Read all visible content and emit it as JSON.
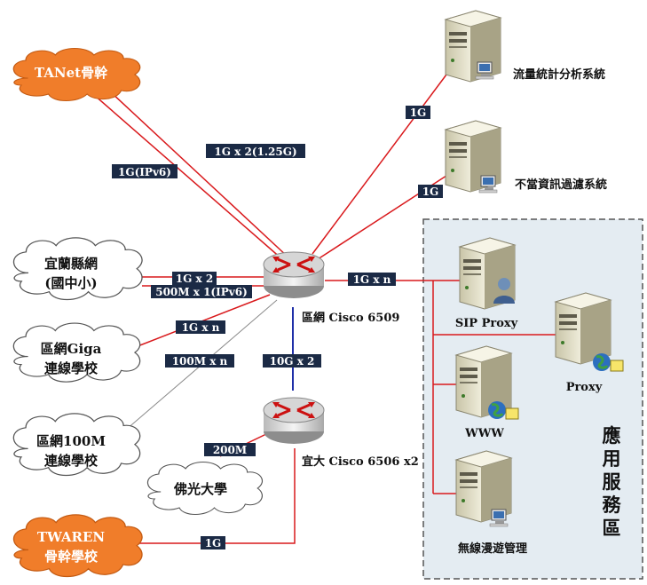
{
  "clouds": {
    "tanet": "TANet骨幹",
    "yilan_line1": "宜蘭縣網",
    "yilan_line2": "(國中小)",
    "giga_line1": "區網Giga",
    "giga_line2": "連線學校",
    "m100_line1": "區網100M",
    "m100_line2": "連線學校",
    "foguang": "佛光大學",
    "twaren_line1": "TWAREN",
    "twaren_line2": "骨幹學校"
  },
  "links": {
    "tanet_1g_x2": "1G x 2(1.25G)",
    "tanet_1g_ipv6": "1G(IPv6)",
    "yilan_1g_x2": "1G x 2",
    "yilan_500m": "500M x 1(IPv6)",
    "giga_1g_xn": "1G x n",
    "m100_100m_xn": "100M x n",
    "core_10g_x2": "10G x 2",
    "foguang_200m": "200M",
    "twaren_1g": "1G",
    "traffic_1g": "1G",
    "filter_1g": "1G",
    "app_1g_xn": "1G x n"
  },
  "routers": {
    "core": "區網 Cisco 6509",
    "campus": "宜大 Cisco 6506 x2"
  },
  "servers": {
    "traffic": "流量統計分析系統",
    "filter": "不當資訊過濾系統",
    "sip": "SIP Proxy",
    "proxy": "Proxy",
    "www": "WWW",
    "wireless": "無線漫遊管理"
  },
  "zone": {
    "title_chars": [
      "應",
      "用",
      "服",
      "務",
      "區"
    ]
  },
  "colors": {
    "cloud_orange": "#f07d2a",
    "link_red": "#d9191c",
    "link_blue": "#1f2fa8",
    "label_bg": "#1b2a45",
    "zone_bg": "#e4ecf2"
  }
}
